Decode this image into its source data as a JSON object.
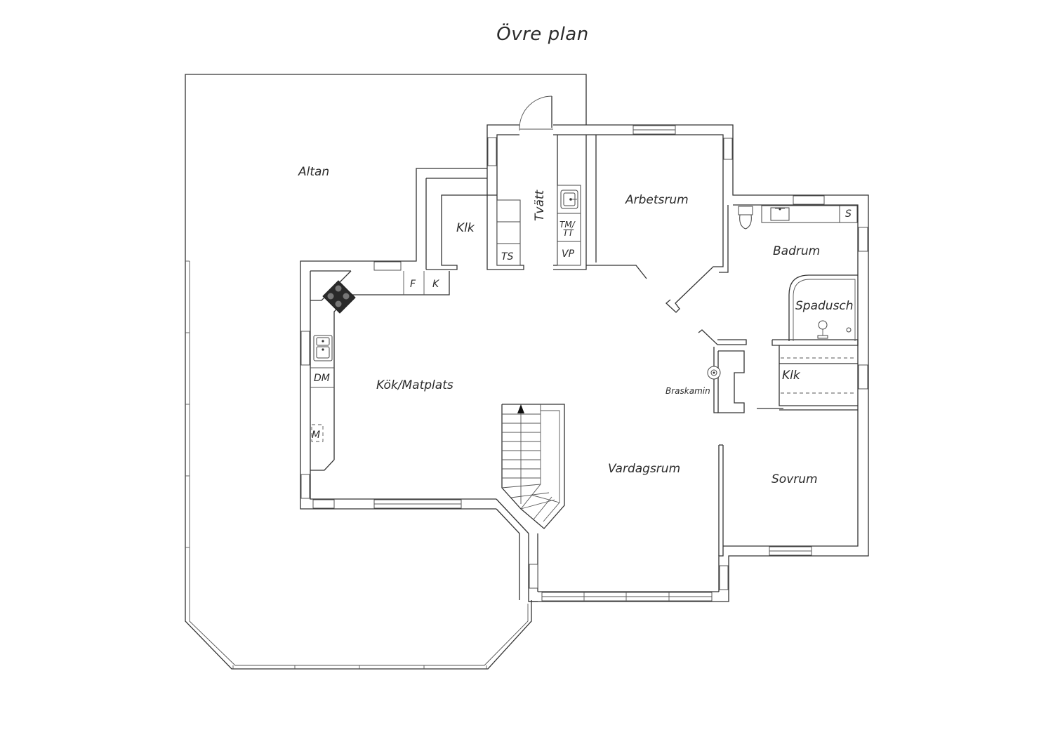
{
  "title": "Övre plan",
  "rooms": {
    "altan": "Altan",
    "klk_upper": "Klk",
    "tvatt": "Tvätt",
    "arbetsrum": "Arbetsrum",
    "badrum": "Badrum",
    "spadusch": "Spadusch",
    "kok_matplats": "Kök/Matplats",
    "braskamin": "Braskamin",
    "klk_lower": "Klk",
    "vardagsrum": "Vardagsrum",
    "sovrum": "Sovrum"
  },
  "fixtures": {
    "fridge": "F",
    "freezer": "K",
    "drying_cabinet": "TS",
    "washer_dryer_line1": "TM/",
    "washer_dryer_line2": "TT",
    "heat_pump": "VP",
    "dishwasher": "DM",
    "microwave": "M",
    "storage": "S"
  },
  "icons": {
    "stairs_direction": "arrow-up-icon",
    "stove": "stove-icon",
    "sink": "sink-icon",
    "toilet": "toilet-icon",
    "shower": "shower-icon",
    "fireplace": "fireplace-icon"
  }
}
